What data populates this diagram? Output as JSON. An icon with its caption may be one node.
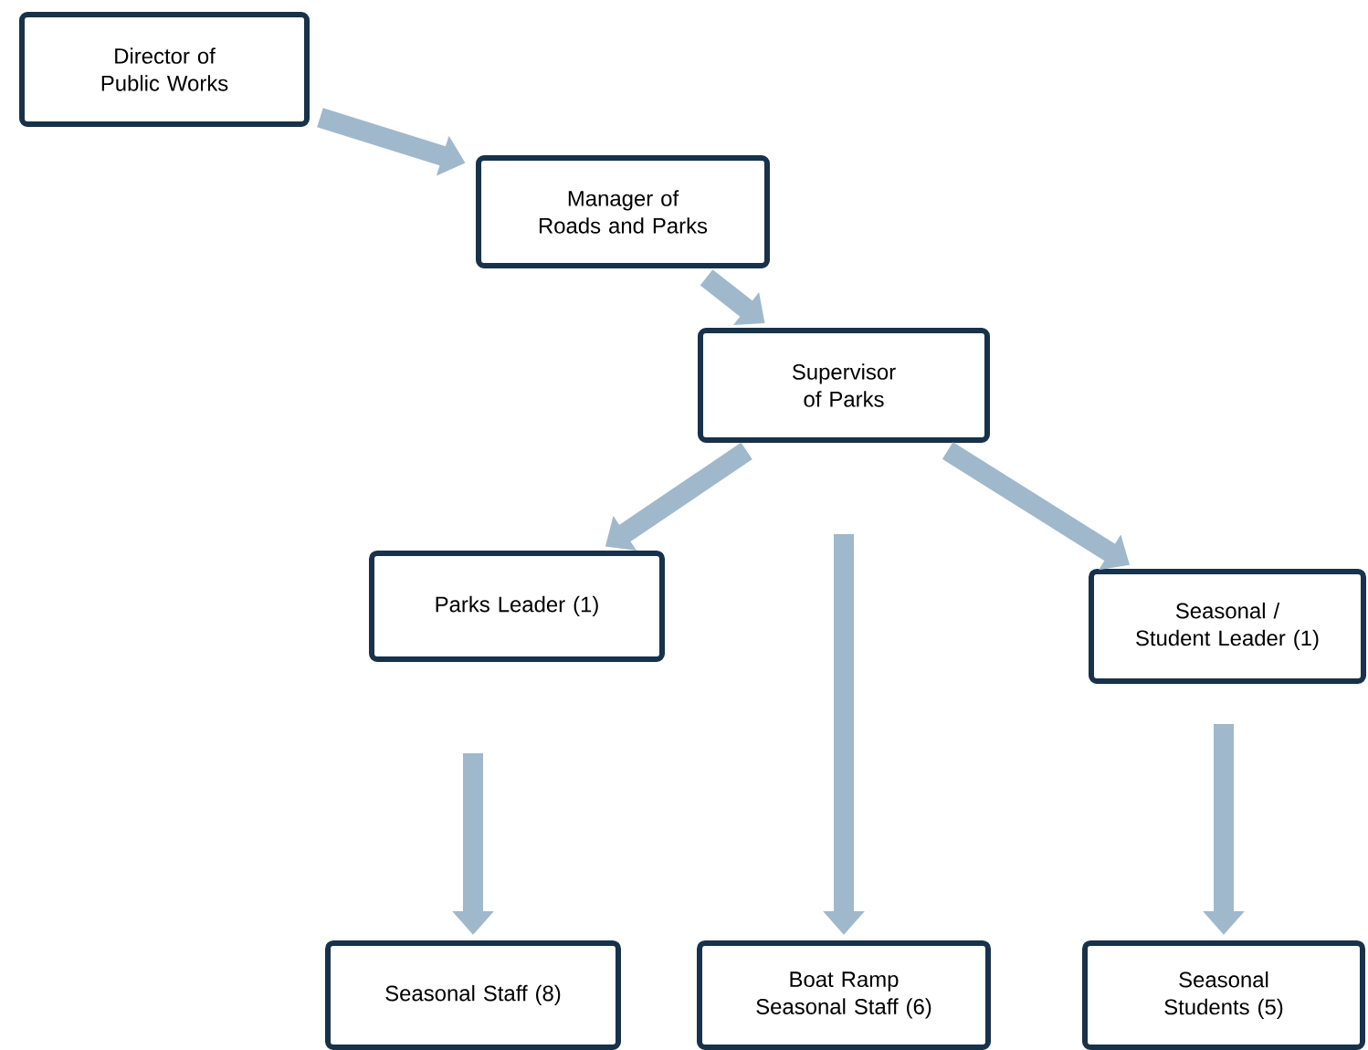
{
  "diagram": {
    "nodes": [
      {
        "text": [
          "Director of Public Works"
        ]
      },
      {
        "text": [
          "Manager of Roads and Parks"
        ]
      },
      {
        "text": [
          "Supervisor of Parks"
        ]
      },
      {
        "text": [
          "Parks Leader (1)"
        ]
      },
      {
        "text": [
          "Seasonal / Student Leader (1)"
        ]
      },
      {
        "text": [
          "Seasonal Staff (8)"
        ]
      },
      {
        "text": [
          "Boat Ramp Seasonal Staff (6)"
        ]
      },
      {
        "text": [
          "Seasonal Students (5)"
        ]
      }
    ],
    "edges": [
      {
        "from": 0,
        "to": 1,
        "arrow": "to"
      },
      {
        "from": 1,
        "to": 2,
        "arrow": "to"
      },
      {
        "from": 2,
        "to": 3,
        "arrow": "to"
      },
      {
        "from": 2,
        "to": 6,
        "arrow": "to"
      },
      {
        "from": 2,
        "to": 4,
        "arrow": "to"
      },
      {
        "from": 3,
        "to": 5,
        "arrow": "to"
      },
      {
        "from": 4,
        "to": 7,
        "arrow": "to"
      }
    ]
  }
}
